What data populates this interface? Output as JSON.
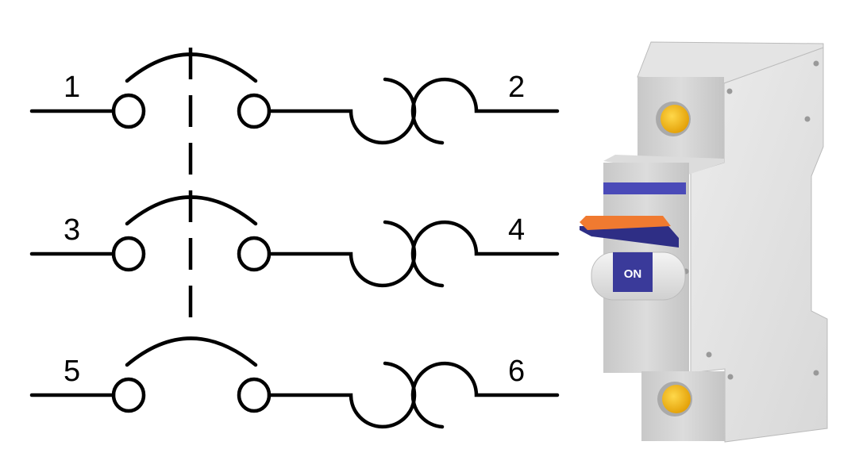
{
  "diagram": {
    "poles": [
      {
        "left_terminal": "1",
        "right_terminal": "2"
      },
      {
        "left_terminal": "3",
        "right_terminal": "4"
      },
      {
        "left_terminal": "5",
        "right_terminal": "6"
      }
    ],
    "breaker": {
      "toggle_label": "ON",
      "colors": {
        "body": "#d4d4d4",
        "toggle_top": "#f07a30",
        "toggle_base": "#3a3a9a",
        "stripe": "#4a4ab8",
        "screw": "#f0b010"
      }
    }
  }
}
